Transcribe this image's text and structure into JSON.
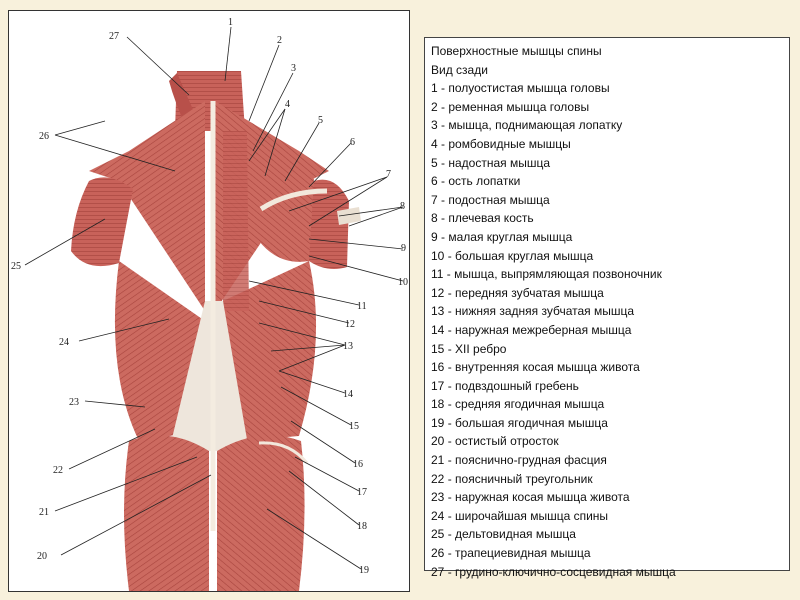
{
  "legend": {
    "title": "Поверхностные мышцы спины",
    "subtitle": "Вид сзади",
    "items": [
      {
        "n": "1",
        "label": "полуостистая мышца головы"
      },
      {
        "n": "2",
        "label": "ременная мышца головы"
      },
      {
        "n": "3",
        "label": "мышца, поднимающая лопатку"
      },
      {
        "n": "4",
        "label": "ромбовидные мышцы"
      },
      {
        "n": "5",
        "label": "надостная мышца"
      },
      {
        "n": "6",
        "label": "ость лопатки"
      },
      {
        "n": "7",
        "label": "подостная мышца"
      },
      {
        "n": "8",
        "label": "плечевая кость"
      },
      {
        "n": "9",
        "label": "малая круглая мышца"
      },
      {
        "n": "10",
        "label": "большая круглая мышца"
      },
      {
        "n": "11",
        "label": "мышца, выпрямляющая позвоночник"
      },
      {
        "n": "12",
        "label": "передняя зубчатая мышца"
      },
      {
        "n": "13",
        "label": "нижняя задняя зубчатая мышца"
      },
      {
        "n": "14",
        "label": "наружная межреберная мышца"
      },
      {
        "n": "15",
        "label": "XII ребро"
      },
      {
        "n": "16",
        "label": "внутренняя косая мышца живота"
      },
      {
        "n": "17",
        "label": "подвздошный гребень"
      },
      {
        "n": "18",
        "label": "средняя ягодичная мышца"
      },
      {
        "n": "19",
        "label": "большая ягодичная мышца"
      },
      {
        "n": "20",
        "label": "остистый отросток"
      },
      {
        "n": "21",
        "label": "пояснично-грудная фасция"
      },
      {
        "n": "22",
        "label": "поясничный треугольник"
      },
      {
        "n": "23",
        "label": "наружная косая мышца живота"
      },
      {
        "n": "24",
        "label": "широчайшая мышца спины"
      },
      {
        "n": "25",
        "label": "дельтовидная мышца"
      },
      {
        "n": "26",
        "label": "трапециевидная мышца"
      },
      {
        "n": "27",
        "label": "грудино-ключично-сосцевидная мышца"
      }
    ]
  },
  "figure_labels": [
    "1",
    "2",
    "3",
    "4",
    "5",
    "6",
    "7",
    "8",
    "9",
    "10",
    "11",
    "12",
    "13",
    "14",
    "15",
    "16",
    "17",
    "18",
    "19",
    "20",
    "21",
    "22",
    "23",
    "24",
    "25",
    "26",
    "27"
  ],
  "colors": {
    "muscle": "#c8625a",
    "muscle_dark": "#a8443e",
    "fascia": "#eee6dc",
    "leader": "#222222"
  }
}
